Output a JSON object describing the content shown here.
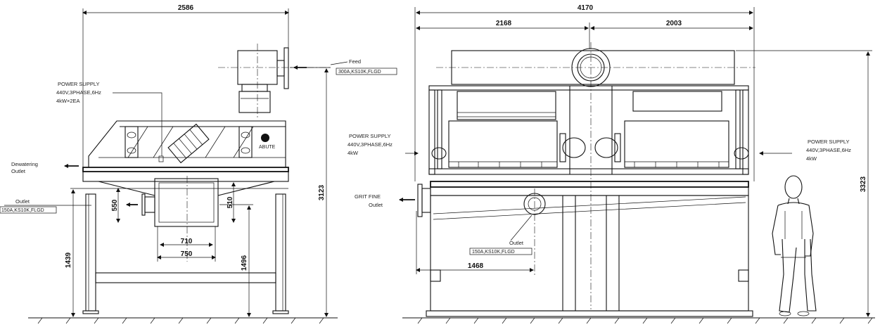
{
  "left_view": {
    "dimensions": {
      "overall_width": "2586",
      "height_overall": "3123",
      "height_leg": "1439",
      "height_outlet": "1496",
      "outlet_w_inner": "710",
      "outlet_w_outer": "750",
      "outlet_h_left": "550",
      "outlet_h_right": "510"
    },
    "power_supply": [
      "POWER SUPPLY",
      "440V,3PHASE,6Hz",
      "4kW×2EA"
    ],
    "feed_label": "Feed",
    "feed_spec": "300A,KS10K,FLGD",
    "dewatering_label": [
      "Dewatering",
      "Outlet"
    ],
    "outlet_label": "Outlet",
    "outlet_spec": "150A,KS10K,FLGD",
    "logo_text": "ABUTE"
  },
  "right_view": {
    "dimensions": {
      "overall_width": "4170",
      "left_span": "2168",
      "right_span": "2003",
      "height_overall": "3323",
      "outlet_offset": "1468"
    },
    "power_supply_left": [
      "POWER SUPPLY",
      "440V,3PHASE,6Hz",
      "4kW"
    ],
    "power_supply_right": [
      "POWER SUPPLY",
      "440V,3PHASE,6Hz",
      "4kW"
    ],
    "grit_label": [
      "GRIT FINE",
      "Outlet"
    ],
    "outlet_label": "Outlet",
    "outlet_spec": "150A,KS10K,FLGD"
  }
}
